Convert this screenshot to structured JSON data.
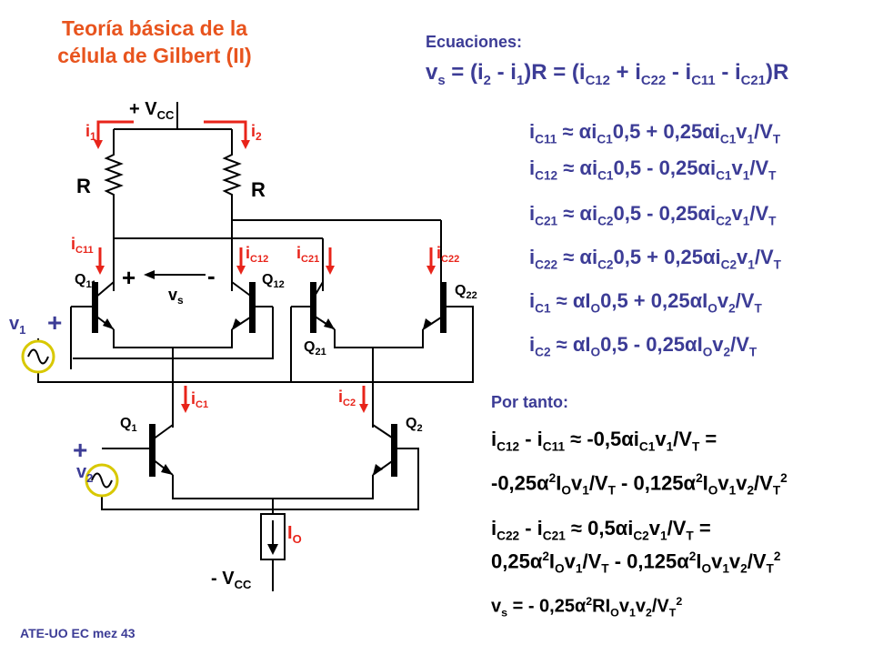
{
  "title_line1": "Teoría básica de la",
  "title_line2": "célula de Gilbert (II)",
  "footer": "ATE-UO EC mez 43",
  "circuit": {
    "vcc_pos": "+ V",
    "vcc_pos_sub": "CC",
    "vcc_neg": "- V",
    "vcc_neg_sub": "CC",
    "r": "R",
    "i": "i",
    "sub_1": "1",
    "sub_2": "2",
    "sub_c11": "C11",
    "sub_c12": "C12",
    "sub_c21": "C21",
    "sub_c22": "C22",
    "sub_c1": "C1",
    "sub_c2": "C2",
    "q": "Q",
    "sub_11": "11",
    "sub_12": "12",
    "sub_21": "21",
    "sub_22": "22",
    "v": "v",
    "sub_s": "s",
    "plus": "+",
    "minus": "-",
    "io": "I",
    "io_sub": "O"
  },
  "equations": {
    "heading": "Ecuaciones:",
    "main": "v<sub>s</sub> = (i<sub>2</sub> - i<sub>1</sub>)R = (i<sub>C12</sub> + i<sub>C22</sub> - i<sub>C11</sub> - i<sub>C21</sub>)R",
    "lines": [
      "i<sub>C11</sub> ≈ αi<sub>C1</sub>0,5 + 0,25αi<sub>C1</sub>v<sub>1</sub>/V<sub>T</sub>",
      "i<sub>C12</sub> ≈ αi<sub>C1</sub>0,5 - 0,25αi<sub>C1</sub>v<sub>1</sub>/V<sub>T</sub>",
      "i<sub>C21</sub> ≈ αi<sub>C2</sub>0,5 - 0,25αi<sub>C2</sub>v<sub>1</sub>/V<sub>T</sub>",
      "i<sub>C22</sub> ≈ αi<sub>C2</sub>0,5 + 0,25αi<sub>C2</sub>v<sub>1</sub>/V<sub>T</sub>",
      "i<sub>C1</sub> ≈ αI<sub>O</sub>0,5 + 0,25αI<sub>O</sub>v<sub>2</sub>/V<sub>T</sub>",
      "i<sub>C2</sub> ≈ αI<sub>O</sub>0,5 - 0,25αI<sub>O</sub>v<sub>2</sub>/V<sub>T</sub>"
    ]
  },
  "conclusion": {
    "heading": "Por tanto:",
    "lines": [
      "i<sub>C12</sub> - i<sub>C11</sub> ≈ -0,5αi<sub>C1</sub>v<sub>1</sub>/V<sub>T</sub> =",
      "-0,25α<sup>2</sup>I<sub>O</sub>v<sub>1</sub>/V<sub>T</sub> - 0,125α<sup>2</sup>I<sub>O</sub>v<sub>1</sub>v<sub>2</sub>/V<sub>T</sub><sup>2</sup>",
      "i<sub>C22</sub> - i<sub>C21</sub> ≈ 0,5αi<sub>C2</sub>v<sub>1</sub>/V<sub>T</sub> =",
      "0,25α<sup>2</sup>I<sub>O</sub>v<sub>1</sub>/V<sub>T</sub> - 0,125α<sup>2</sup>I<sub>O</sub>v<sub>1</sub>v<sub>2</sub>/V<sub>T</sub><sup>2</sup>",
      "v<sub>s</sub> = - 0,25α<sup>2</sup>RI<sub>O</sub>v<sub>1</sub>v<sub>2</sub>/V<sub>T</sub><sup>2</sup>"
    ]
  },
  "colors": {
    "title": "#e8541e",
    "equations": "#3c3c96",
    "current_arrows": "#e8241a",
    "source_border": "#d8c800",
    "circuit": "#000000"
  }
}
